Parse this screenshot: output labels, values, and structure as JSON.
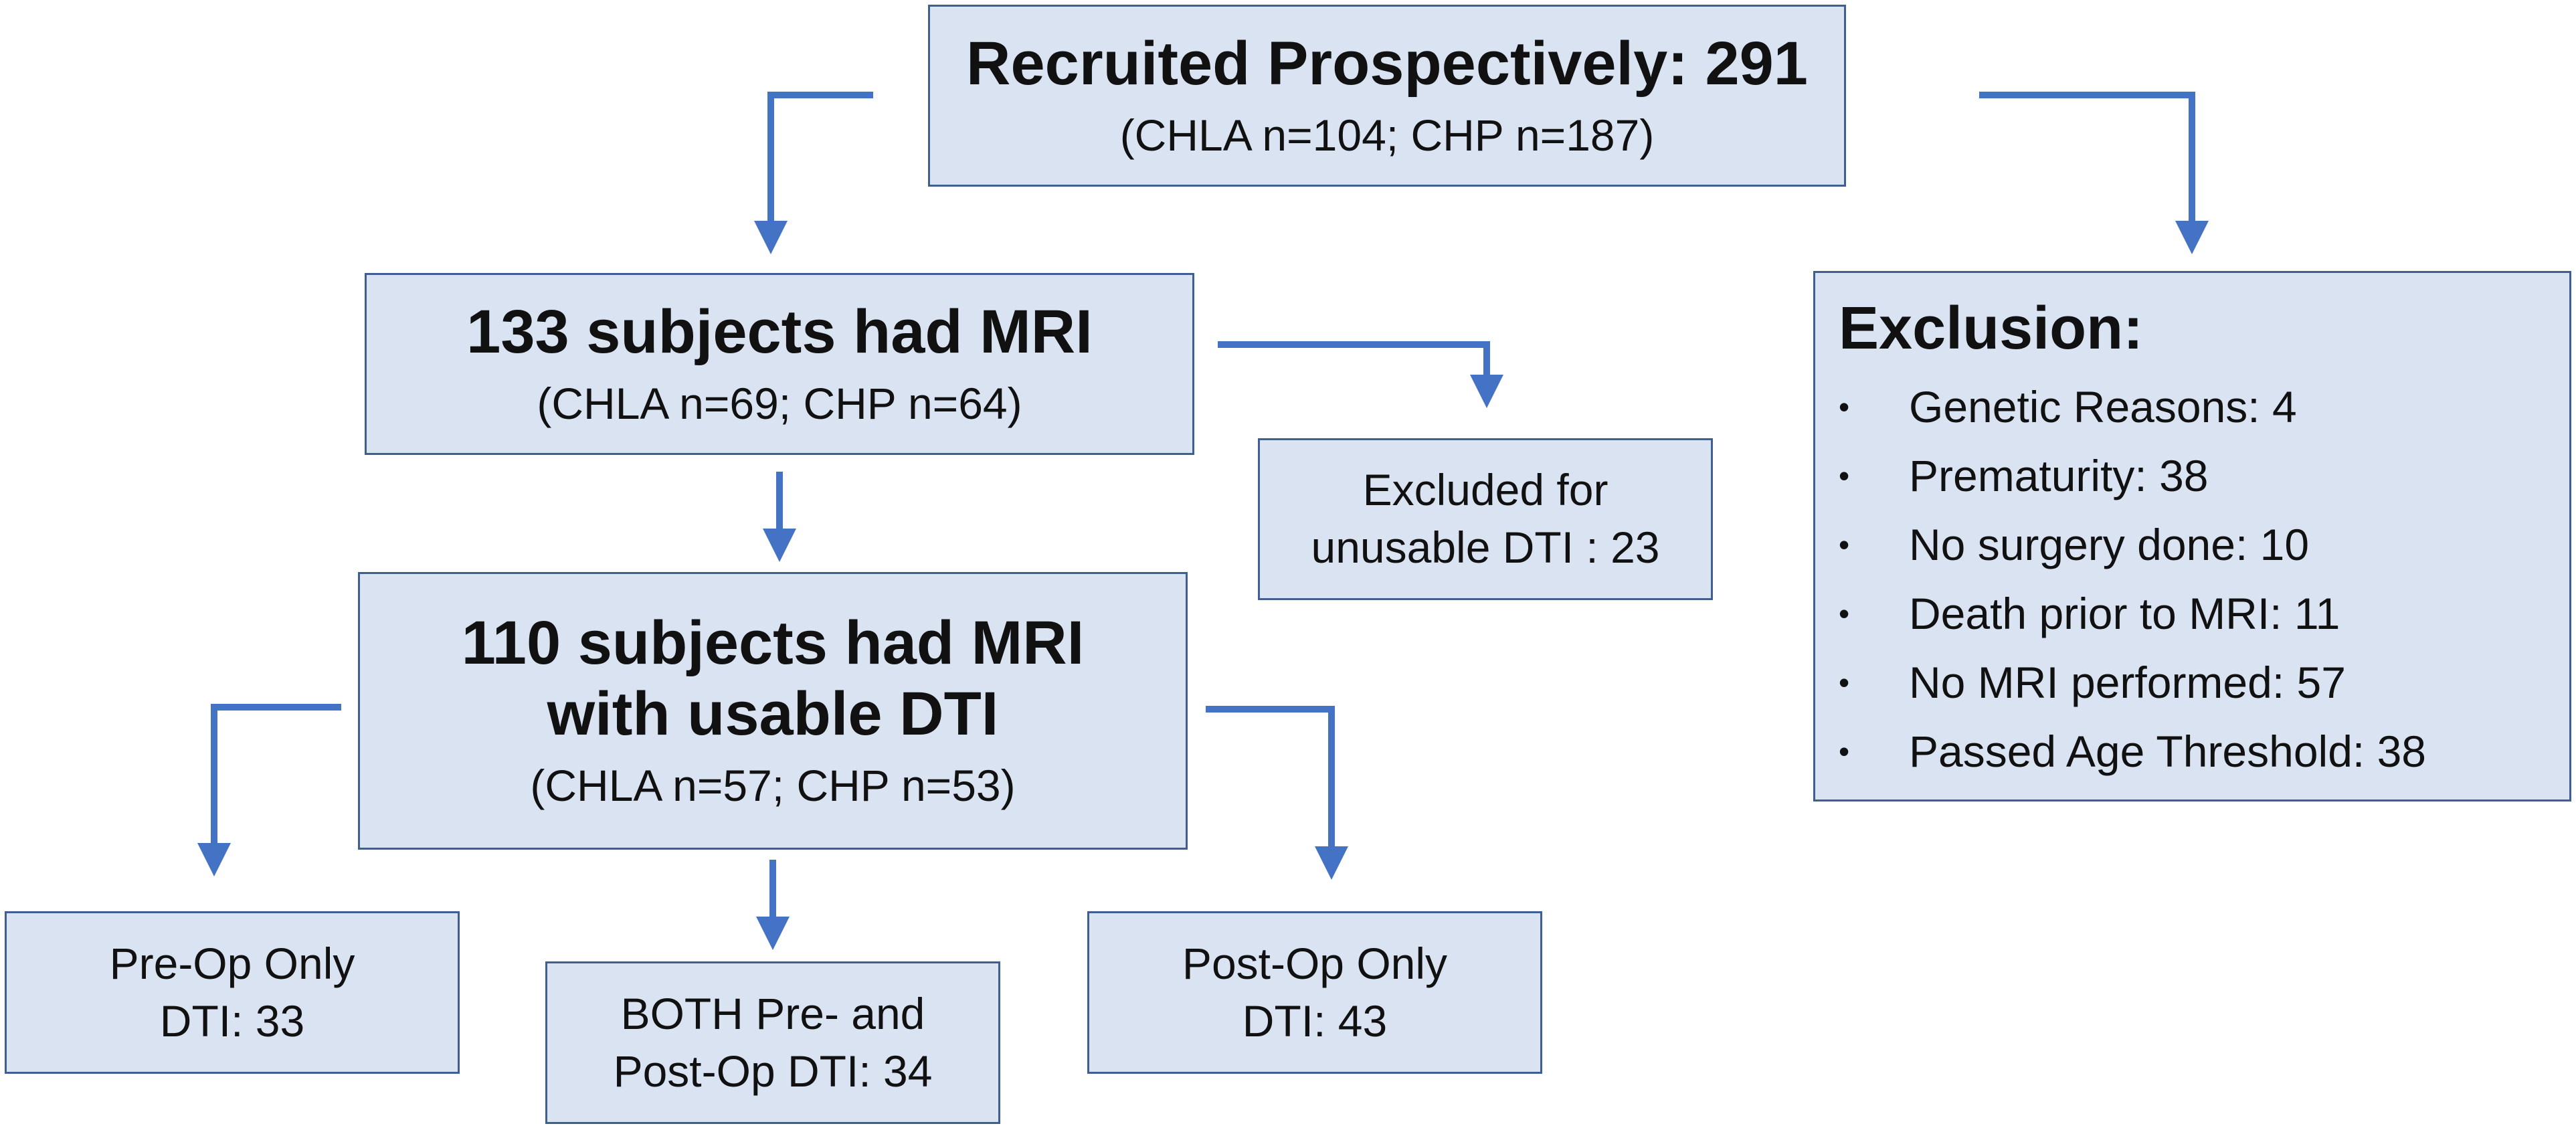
{
  "recruited": {
    "title": "Recruited Prospectively: 291",
    "sub": "(CHLA n=104; CHP n=187)"
  },
  "had_mri": {
    "title": "133 subjects had MRI",
    "sub": "(CHLA n=69; CHP n=64)"
  },
  "excluded_dti": {
    "line1": "Excluded for",
    "line2": "unusable DTI : 23"
  },
  "usable_dti": {
    "title_line1": "110 subjects had MRI",
    "title_line2": "with usable DTI",
    "sub": "(CHLA n=57; CHP n=53)"
  },
  "pre_op": {
    "line1": "Pre-Op Only",
    "line2": "DTI: 33"
  },
  "both": {
    "line1": "BOTH Pre- and",
    "line2": "Post-Op DTI: 34"
  },
  "post_op": {
    "line1": "Post-Op Only",
    "line2": "DTI: 43"
  },
  "exclusion": {
    "title": "Exclusion:",
    "items": [
      "Genetic Reasons: 4",
      "Prematurity: 38",
      "No surgery done: 10",
      "Death prior to MRI: 11",
      "No MRI performed: 57",
      "Passed Age Threshold: 38"
    ]
  },
  "colors": {
    "box_fill": "#dae3f2",
    "box_border": "#3f5f93",
    "arrow": "#4472c4"
  }
}
